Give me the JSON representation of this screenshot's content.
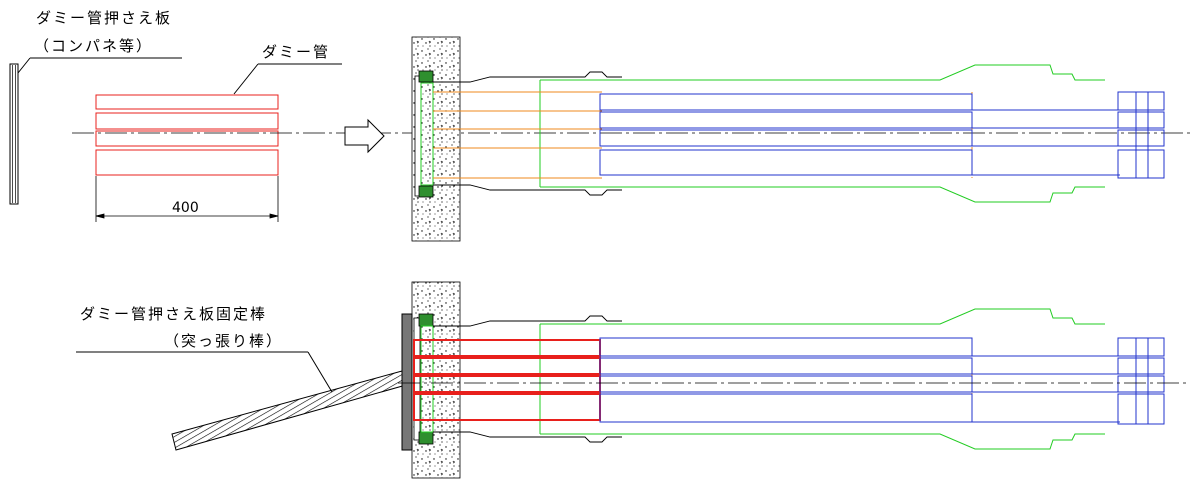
{
  "labels": {
    "plate_title": "ダミー管押さえ板",
    "plate_sub": "（コンパネ等）",
    "pipe": "ダミー管",
    "dimension": "400",
    "rod_title": "ダミー管押さえ板固定棒",
    "rod_sub": "（突っ張り棒）"
  },
  "colors": {
    "outline": "#000000",
    "dummy_pipe": "#e8201c",
    "sleeve": "#ef8a1e",
    "cable_duct": "#2233cc",
    "bracket": "#22cc22",
    "wall_hatch": "#000000"
  },
  "icons": {
    "insert_arrow": "hollow-right-arrow",
    "concrete": "stipple-hatch",
    "rod_hatch": "diagonal-hatch"
  }
}
